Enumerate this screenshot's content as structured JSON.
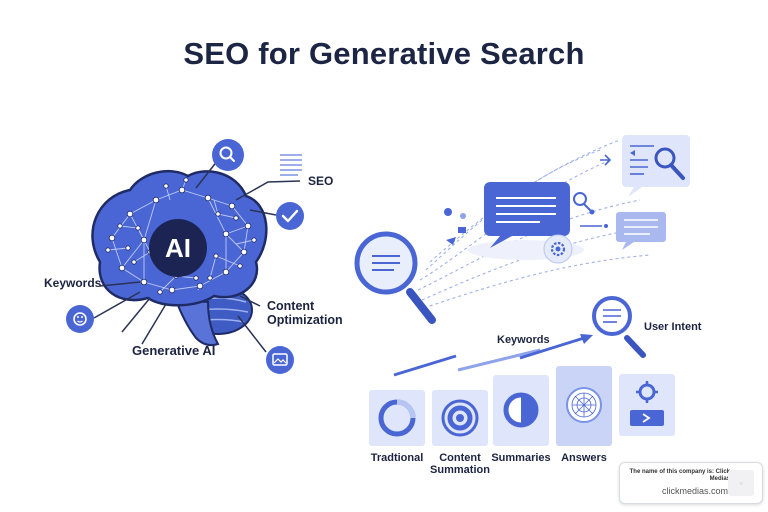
{
  "title": "SEO for Generative Search",
  "brain": {
    "center_label": "AI",
    "labels": {
      "seo": "SEO",
      "keywords": "Keywords",
      "content_optimization_line1": "Content",
      "content_optimization_line2": "Optimization",
      "generative_ai": "Generative AI"
    }
  },
  "flow": {
    "keywords_label": "Keywords",
    "user_intent_label": "User Intent"
  },
  "stages": [
    {
      "line1": "Tradtional",
      "line2": ""
    },
    {
      "line1": "Content",
      "line2": "Summation"
    },
    {
      "line1": "Summaries",
      "line2": ""
    },
    {
      "line1": "Answers",
      "line2": ""
    }
  ],
  "company_card": {
    "note": "The name of this company is: Click Medias",
    "domain": "clickmedias.com"
  },
  "colors": {
    "primary": "#4a66d4",
    "light": "#dfe6fb",
    "dark": "#1b2452",
    "line": "#2a3355"
  },
  "icons": [
    "search-icon",
    "list-icon",
    "check-icon",
    "face-icon",
    "image-icon",
    "gear-icon",
    "magnifier-icon",
    "chat-bubble-icon"
  ]
}
